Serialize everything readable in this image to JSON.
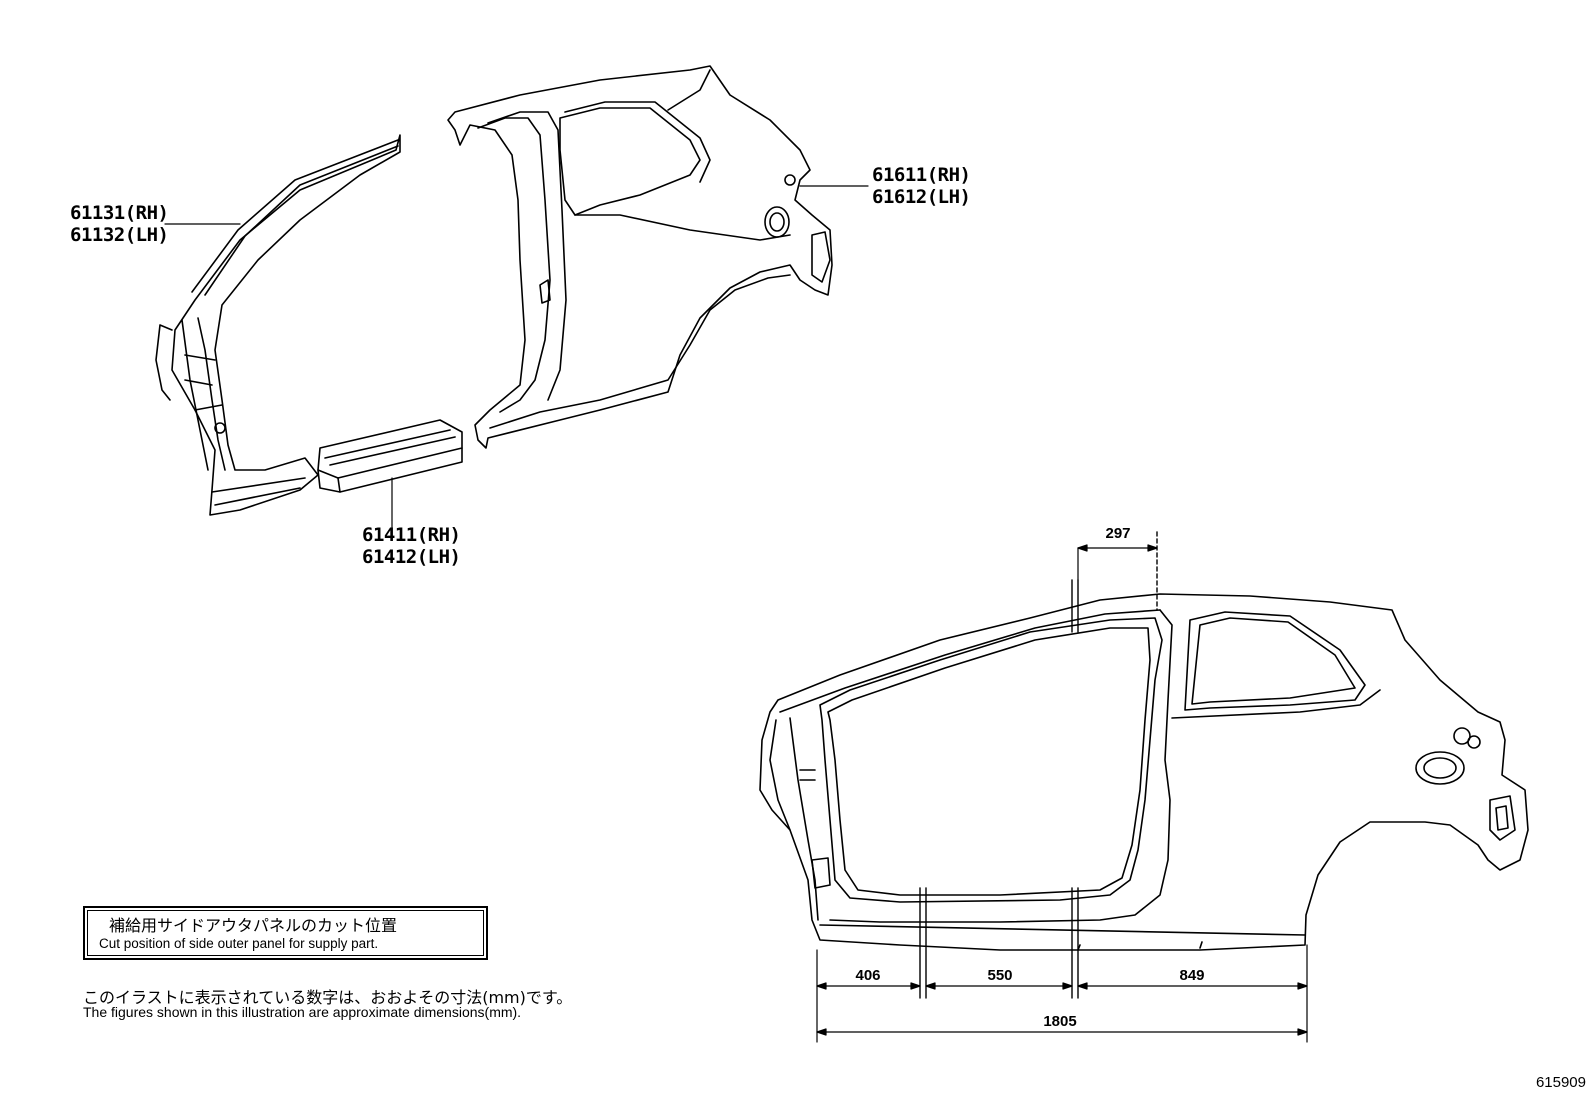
{
  "parts": {
    "front_pillar": {
      "rh": "61131(RH)",
      "lh": "61132(LH)"
    },
    "rocker": {
      "rh": "61411(RH)",
      "lh": "61412(LH)"
    },
    "quarter": {
      "rh": "61611(RH)",
      "lh": "61612(LH)"
    }
  },
  "dimensions": {
    "top": "297",
    "seg1": "406",
    "seg2": "550",
    "seg3": "849",
    "total": "1805"
  },
  "note_box": {
    "jp": "補給用サイドアウタパネルのカット位置",
    "en": "Cut position of side outer panel for supply part."
  },
  "footnote": {
    "jp": "このイラストに表示されている数字は、おおよその寸法(mm)です。",
    "en": "The figures shown in this illustration are approximate dimensions(mm)."
  },
  "illustration_code": "615909"
}
